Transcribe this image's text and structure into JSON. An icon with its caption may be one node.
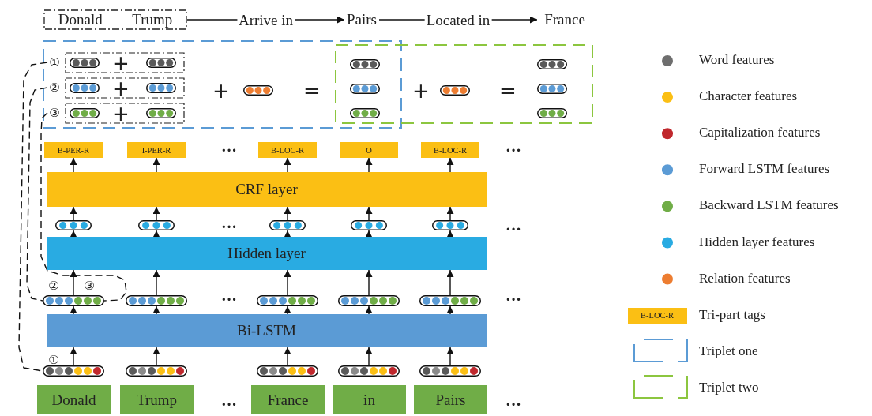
{
  "diagram": {
    "nodes": [
      {
        "text": [
          "Donald",
          "Trump"
        ]
      },
      {
        "text": [
          "Pairs"
        ]
      },
      {
        "text": [
          "France"
        ]
      },
      {
        "text": [
          "①"
        ]
      },
      {
        "text": [
          "②"
        ]
      },
      {
        "text": [
          "③"
        ]
      },
      {
        "text": [
          "B-PER-R"
        ]
      },
      {
        "text": [
          "I-PER-R"
        ]
      },
      {
        "text": [
          "B-LOC-R"
        ]
      },
      {
        "text": [
          "O"
        ]
      },
      {
        "text": [
          "B-LOC-R"
        ]
      },
      {
        "text": [
          "CRF layer"
        ]
      },
      {
        "text": [],
        "shape": "bar"
      },
      {
        "text": [],
        "shape": "bar"
      },
      {
        "text": [],
        "shape": "bar"
      },
      {
        "text": [],
        "shape": "bar"
      },
      {
        "text": [],
        "shape": "bar"
      },
      {
        "text": [
          "Hidden layer"
        ]
      },
      {
        "text": [],
        "shape": "bar",
        "beside": [
          "②",
          "③"
        ]
      },
      {
        "text": [],
        "shape": "bar"
      },
      {
        "text": [],
        "shape": "bar"
      },
      {
        "text": [],
        "shape": "bar"
      },
      {
        "text": [],
        "shape": "bar"
      },
      {
        "text": [
          "Bi-LSTM"
        ]
      },
      {
        "text": [],
        "shape": "bar",
        "beside": [
          "①"
        ]
      },
      {
        "text": [],
        "shape": "bar"
      },
      {
        "text": [],
        "shape": "bar"
      },
      {
        "text": [],
        "shape": "bar"
      },
      {
        "text": [],
        "shape": "bar"
      },
      {
        "text": [
          "Donald"
        ]
      },
      {
        "text": [
          "Trump"
        ]
      },
      {
        "text": [
          "France"
        ]
      },
      {
        "text": [
          "in"
        ]
      },
      {
        "text": [
          "Pairs"
        ]
      }
    ],
    "edges": [
      {
        "from": 0,
        "to": 1,
        "arrow": "to",
        "label": "Arrive in"
      },
      {
        "from": 1,
        "to": 2,
        "arrow": "to",
        "label": "Located in"
      },
      {
        "from": 3,
        "to": 24,
        "arrow": "none",
        "style": "dashed"
      },
      {
        "from": 4,
        "to": 18,
        "arrow": "none",
        "style": "dashed"
      },
      {
        "from": 5,
        "to": 18,
        "arrow": "none",
        "style": "dashed"
      },
      {
        "from": 24,
        "to": 23,
        "arrow": "to"
      },
      {
        "from": 25,
        "to": 23,
        "arrow": "to"
      },
      {
        "from": 26,
        "to": 23,
        "arrow": "to"
      },
      {
        "from": 27,
        "to": 23,
        "arrow": "to"
      },
      {
        "from": 28,
        "to": 23,
        "arrow": "to"
      },
      {
        "from": 23,
        "to": 18,
        "arrow": "to"
      },
      {
        "from": 23,
        "to": 19,
        "arrow": "to"
      },
      {
        "from": 23,
        "to": 20,
        "arrow": "to"
      },
      {
        "from": 23,
        "to": 21,
        "arrow": "to"
      },
      {
        "from": 23,
        "to": 22,
        "arrow": "to"
      },
      {
        "from": 18,
        "to": 17,
        "arrow": "to"
      },
      {
        "from": 19,
        "to": 17,
        "arrow": "to"
      },
      {
        "from": 20,
        "to": 17,
        "arrow": "to"
      },
      {
        "from": 21,
        "to": 17,
        "arrow": "to"
      },
      {
        "from": 22,
        "to": 17,
        "arrow": "to"
      },
      {
        "from": 17,
        "to": 12,
        "arrow": "to"
      },
      {
        "from": 17,
        "to": 13,
        "arrow": "to"
      },
      {
        "from": 17,
        "to": 14,
        "arrow": "to"
      },
      {
        "from": 17,
        "to": 15,
        "arrow": "to"
      },
      {
        "from": 17,
        "to": 16,
        "arrow": "to"
      },
      {
        "from": 12,
        "to": 11,
        "arrow": "to"
      },
      {
        "from": 13,
        "to": 11,
        "arrow": "to"
      },
      {
        "from": 14,
        "to": 11,
        "arrow": "to"
      },
      {
        "from": 15,
        "to": 11,
        "arrow": "to"
      },
      {
        "from": 16,
        "to": 11,
        "arrow": "to"
      },
      {
        "from": 11,
        "to": 6,
        "arrow": "to"
      },
      {
        "from": 11,
        "to": 7,
        "arrow": "to"
      },
      {
        "from": 11,
        "to": 8,
        "arrow": "to"
      },
      {
        "from": 11,
        "to": 9,
        "arrow": "to"
      },
      {
        "from": 11,
        "to": 10,
        "arrow": "to"
      }
    ],
    "labels": [
      "+",
      "+",
      "+",
      "=",
      "+",
      "=",
      "+",
      "···",
      "···",
      "···",
      "···",
      "···",
      "···",
      "···",
      "···",
      "B-LOC-R"
    ],
    "legend": [
      {
        "text": "Word features",
        "color": "#6e6e6e"
      },
      {
        "text": "Character features",
        "color": "#fbbf14"
      },
      {
        "text": "Capitalization features",
        "color": "#c0282d"
      },
      {
        "text": "Forward LSTM features",
        "color": "#5b9bd5"
      },
      {
        "text": "Backward LSTM features",
        "color": "#70ad47"
      },
      {
        "text": "Hidden layer features",
        "color": "#29abe2"
      },
      {
        "text": "Relation features",
        "color": "#ed7d31"
      },
      {
        "text": "Tri-part tags",
        "color": "#fbbf14"
      },
      {
        "text": "Triplet one"
      },
      {
        "text": "Triplet two"
      }
    ]
  }
}
